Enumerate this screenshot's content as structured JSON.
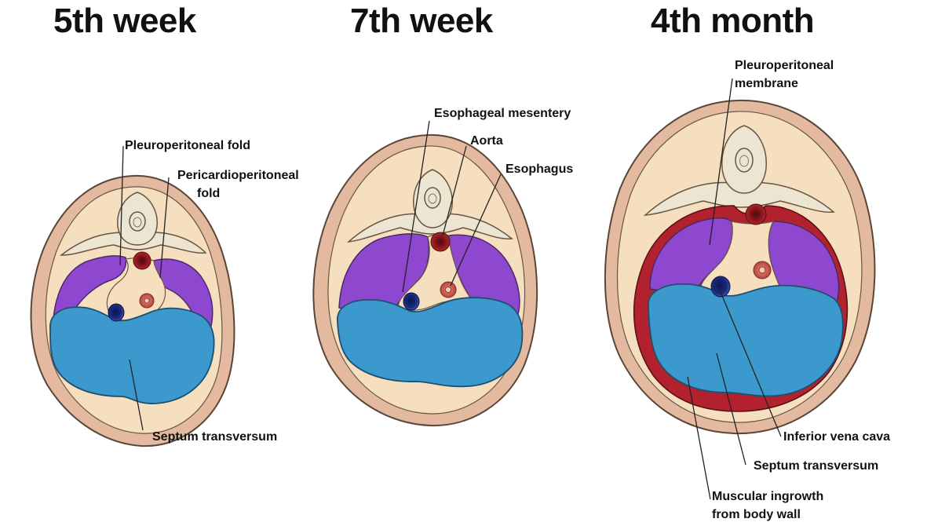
{
  "titles": {
    "week5": "5th week",
    "week7": "7th week",
    "month4": "4th month"
  },
  "labels": {
    "w5_pleuroperitoneal_fold": "Pleuroperitoneal fold",
    "w5_pericardioperitoneal_fold_line1": "Pericardioperitoneal",
    "w5_pericardioperitoneal_fold_line2": "fold",
    "w5_septum_transversum": "Septum transversum",
    "w7_esophageal_mesentery": "Esophageal mesentery",
    "w7_aorta": "Aorta",
    "w7_esophagus": "Esophagus",
    "m4_pleuroperitoneal_membrane_line1": "Pleuroperitoneal",
    "m4_pleuroperitoneal_membrane_line2": "membrane",
    "m4_inferior_vena_cava": "Inferior vena cava",
    "m4_septum_transversum": "Septum transversum",
    "m4_muscular_ingrowth_line1": "Muscular ingrowth",
    "m4_muscular_ingrowth_line2": "from body wall"
  },
  "colors": {
    "body_wall_outer": "#e3b9a0",
    "body_wall_inner": "#f5dfbf",
    "outline": "#5a4638",
    "vertebra": "#ece5d2",
    "pleuroperitoneal": "#8e48cf",
    "septum_transversum": "#3b99cd",
    "aorta": "#a51c24",
    "esophagus": "#c85a50",
    "vena_cava": "#1a2a7a",
    "muscular_ingrowth": "#b2212e"
  }
}
